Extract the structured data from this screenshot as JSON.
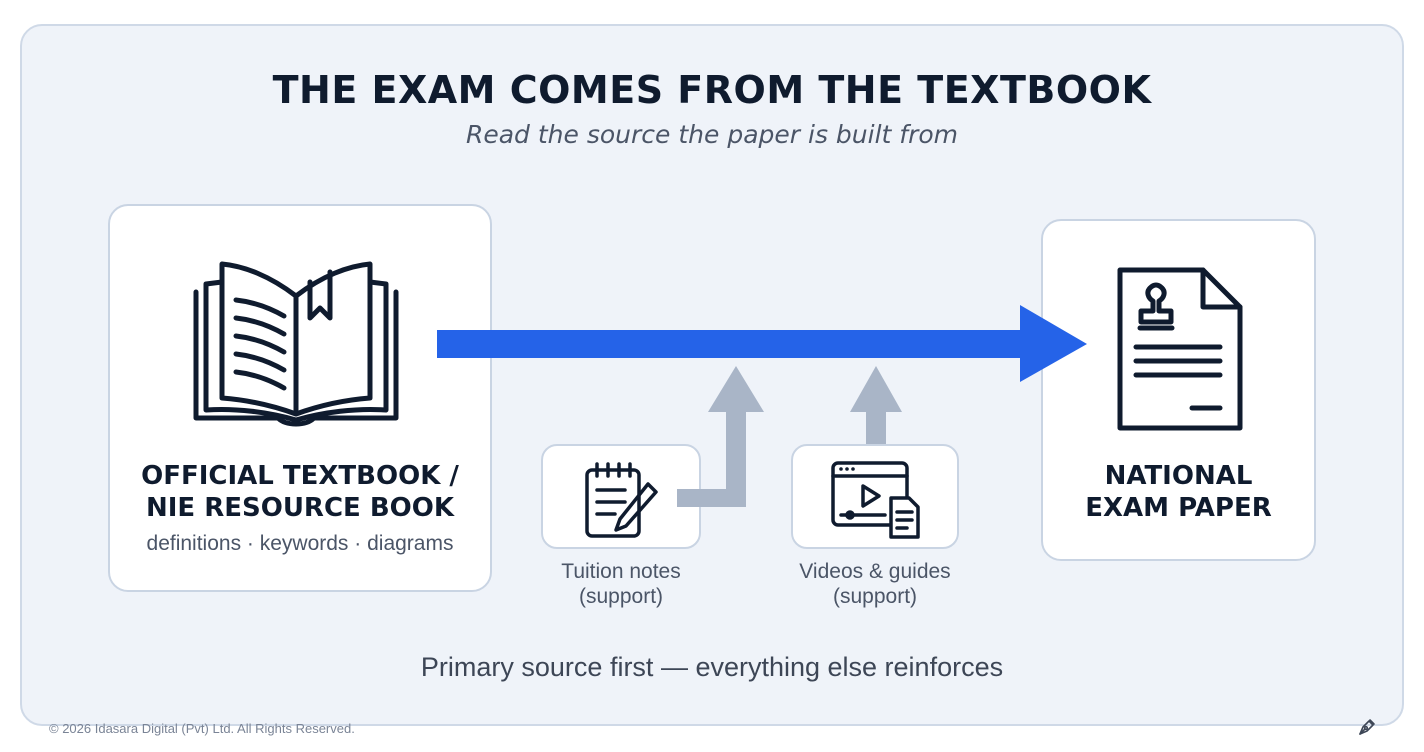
{
  "title": "THE EXAM COMES FROM THE TEXTBOOK",
  "subtitle": "Read the source the paper is built from",
  "textbook": {
    "heading_line1": "OFFICIAL TEXTBOOK /",
    "heading_line2": "NIE RESOURCE BOOK",
    "subtext": "definitions · keywords · diagrams",
    "icon": "open-book-icon"
  },
  "exam": {
    "heading_line1": "NATIONAL",
    "heading_line2": "EXAM PAPER",
    "icon": "stamped-document-icon"
  },
  "supports": [
    {
      "line1": "Tuition notes",
      "line2": "(support)",
      "icon": "notepad-pencil-icon"
    },
    {
      "line1": "Videos & guides",
      "line2": "(support)",
      "icon": "video-guide-icon"
    }
  ],
  "caption": "Primary source first — everything else reinforces",
  "copyright": "© 2026 Idasara Digital (Pvt) Ltd. All Rights Reserved.",
  "colors": {
    "main_arrow": "#2563e8",
    "support_arrow": "#a9b5c7",
    "panel": "#eff3f9",
    "ink": "#0f1b2e"
  }
}
